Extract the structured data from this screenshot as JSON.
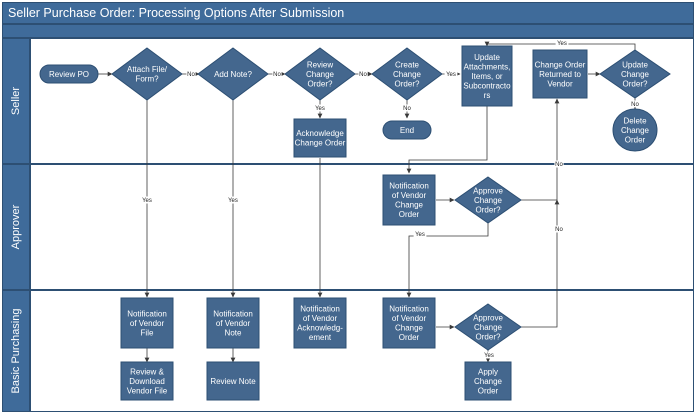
{
  "title": "Seller Purchase Order: Processing Options After Submission",
  "lanes": {
    "seller": "Seller",
    "approver": "Approver",
    "purchasing": "Basic Purchasing"
  },
  "nodes": {
    "review_po": "Review PO",
    "attach_file": [
      "Attach File/",
      "Form?"
    ],
    "add_note": [
      "Add Note?"
    ],
    "review_change_order": [
      "Review",
      "Change",
      "Order?"
    ],
    "create_change_order": [
      "Create",
      "Change",
      "Order?"
    ],
    "update_attachments": [
      "Update",
      "Attachments,",
      "Items, or",
      "Subcontracto",
      "rs"
    ],
    "change_order_returned": [
      "Change Order",
      "Returned to",
      "Vendor"
    ],
    "update_change_order": [
      "Update",
      "Change",
      "Order?"
    ],
    "acknowledge_change_order": [
      "Acknowledge",
      "Change Order"
    ],
    "end": "End",
    "delete_change_order": [
      "Delete",
      "Change",
      "Order"
    ],
    "approver_notification": [
      "Notification",
      "of Vendor",
      "Change",
      "Order"
    ],
    "approver_approve": [
      "Approve",
      "Change",
      "Order?"
    ],
    "notify_vendor_file": [
      "Notification",
      "of Vendor",
      "File"
    ],
    "notify_vendor_note": [
      "Notification",
      "of Vendor",
      "Note"
    ],
    "notify_vendor_ack": [
      "Notification",
      "of Vendor",
      "Acknowledg-",
      "ement"
    ],
    "purchasing_notification": [
      "Notification",
      "of Vendor",
      "Change",
      "Order"
    ],
    "purchasing_approve": [
      "Approve",
      "Change",
      "Order?"
    ],
    "review_download": [
      "Review &",
      "Download",
      "Vendor File"
    ],
    "review_note": "Review Note",
    "apply_change_order": [
      "Apply",
      "Change",
      "Order"
    ]
  },
  "edge_labels": {
    "yes": "Yes",
    "no": "No"
  },
  "colors": {
    "header": "#3f6b9a",
    "shape_fill": "#44678e",
    "shape_stroke": "#2d4f73",
    "text": "#ffffff",
    "line": "#3a3a3a"
  }
}
